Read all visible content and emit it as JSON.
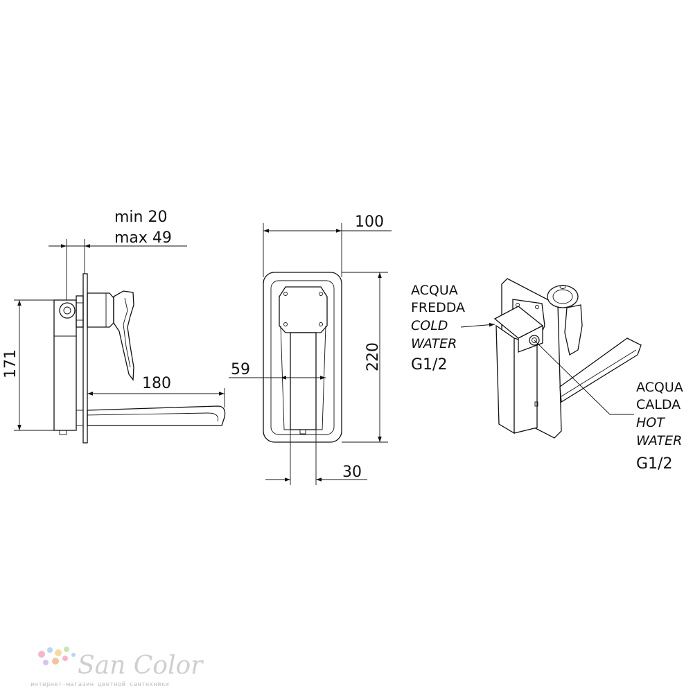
{
  "dimensions": {
    "wall_min": "min 20",
    "wall_max": "max 49",
    "spout_length": "180",
    "side_height": "171",
    "plate_width": "100",
    "plate_height": "220",
    "body_width": "59",
    "spout_width": "30"
  },
  "connections": {
    "cold": {
      "line1": "ACQUA",
      "line2": "FREDDA",
      "line3": "COLD",
      "line4": "WATER",
      "thread": "G1/2"
    },
    "hot": {
      "line1": "ACQUA",
      "line2": "CALDA",
      "line3": "HOT",
      "line4": "WATER",
      "thread": "G1/2"
    }
  },
  "watermark": {
    "brand": "San Color",
    "tagline": "интернет-магазин цветной сантехники",
    "dot_colors": [
      "#f5b7c7",
      "#b9d7f5",
      "#f7d9a6",
      "#c8e6b5",
      "#d8c3ef",
      "#f2c2a4"
    ]
  }
}
